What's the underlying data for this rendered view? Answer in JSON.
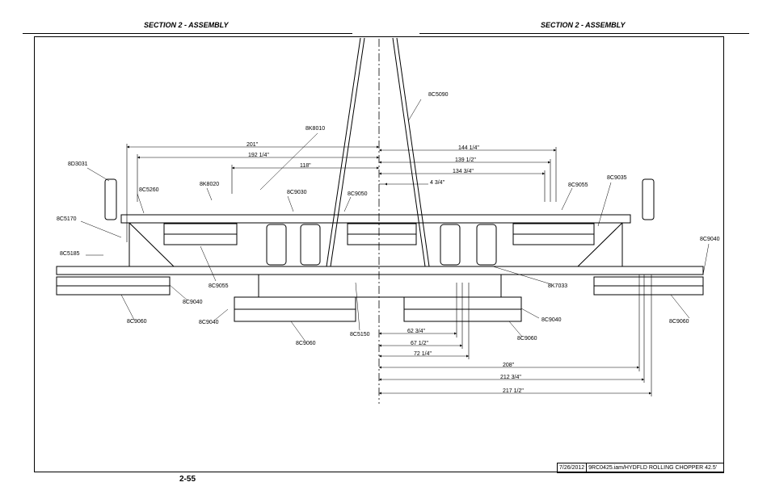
{
  "header": {
    "left_title": "SECTION 2 - ASSEMBLY",
    "right_title": "SECTION 2 - ASSEMBLY"
  },
  "footer": {
    "page_number": "2-55",
    "date": "7/26/2012",
    "file": "9RC0425.iam/HYDFLD ROLLING CHOPPER 42.5'"
  },
  "parts": {
    "p_8C5090": "8C5090",
    "p_8K8010": "8K8010",
    "p_8D3031": "8D3031",
    "p_8C5260": "8C5260",
    "p_8K8020": "8K8020",
    "p_8C9030": "8C9030",
    "p_8C9050": "8C9050",
    "p_8C9055_r": "8C9055",
    "p_8C9035": "8C9035",
    "p_8C5170": "8C5170",
    "p_8C5185": "8C5185",
    "p_8C9055_l": "8C9055",
    "p_8C9040_l1": "8C9040",
    "p_8C9060_l": "8C9060",
    "p_8C9040_l2": "8C9040",
    "p_8C9060_c": "8C9060",
    "p_8C5150": "8C5150",
    "p_8K7033": "8K7033",
    "p_8C9040_r1": "8C9040",
    "p_8C9060_cr": "8C9060",
    "p_8C9040_r2": "8C9040",
    "p_8C9060_r": "8C9060"
  },
  "dimensions": {
    "d201": "201\"",
    "d192": "192 1/4\"",
    "d118": "118\"",
    "d144": "144 1/4\"",
    "d139": "139 1/2\"",
    "d134": "134 3/4\"",
    "d4": "4 3/4\"",
    "d62": "62 3/4\"",
    "d67": "67 1/2\"",
    "d72": "72 1/4\"",
    "d208": "208\"",
    "d212": "212 3/4\"",
    "d217": "217 1/2\""
  }
}
